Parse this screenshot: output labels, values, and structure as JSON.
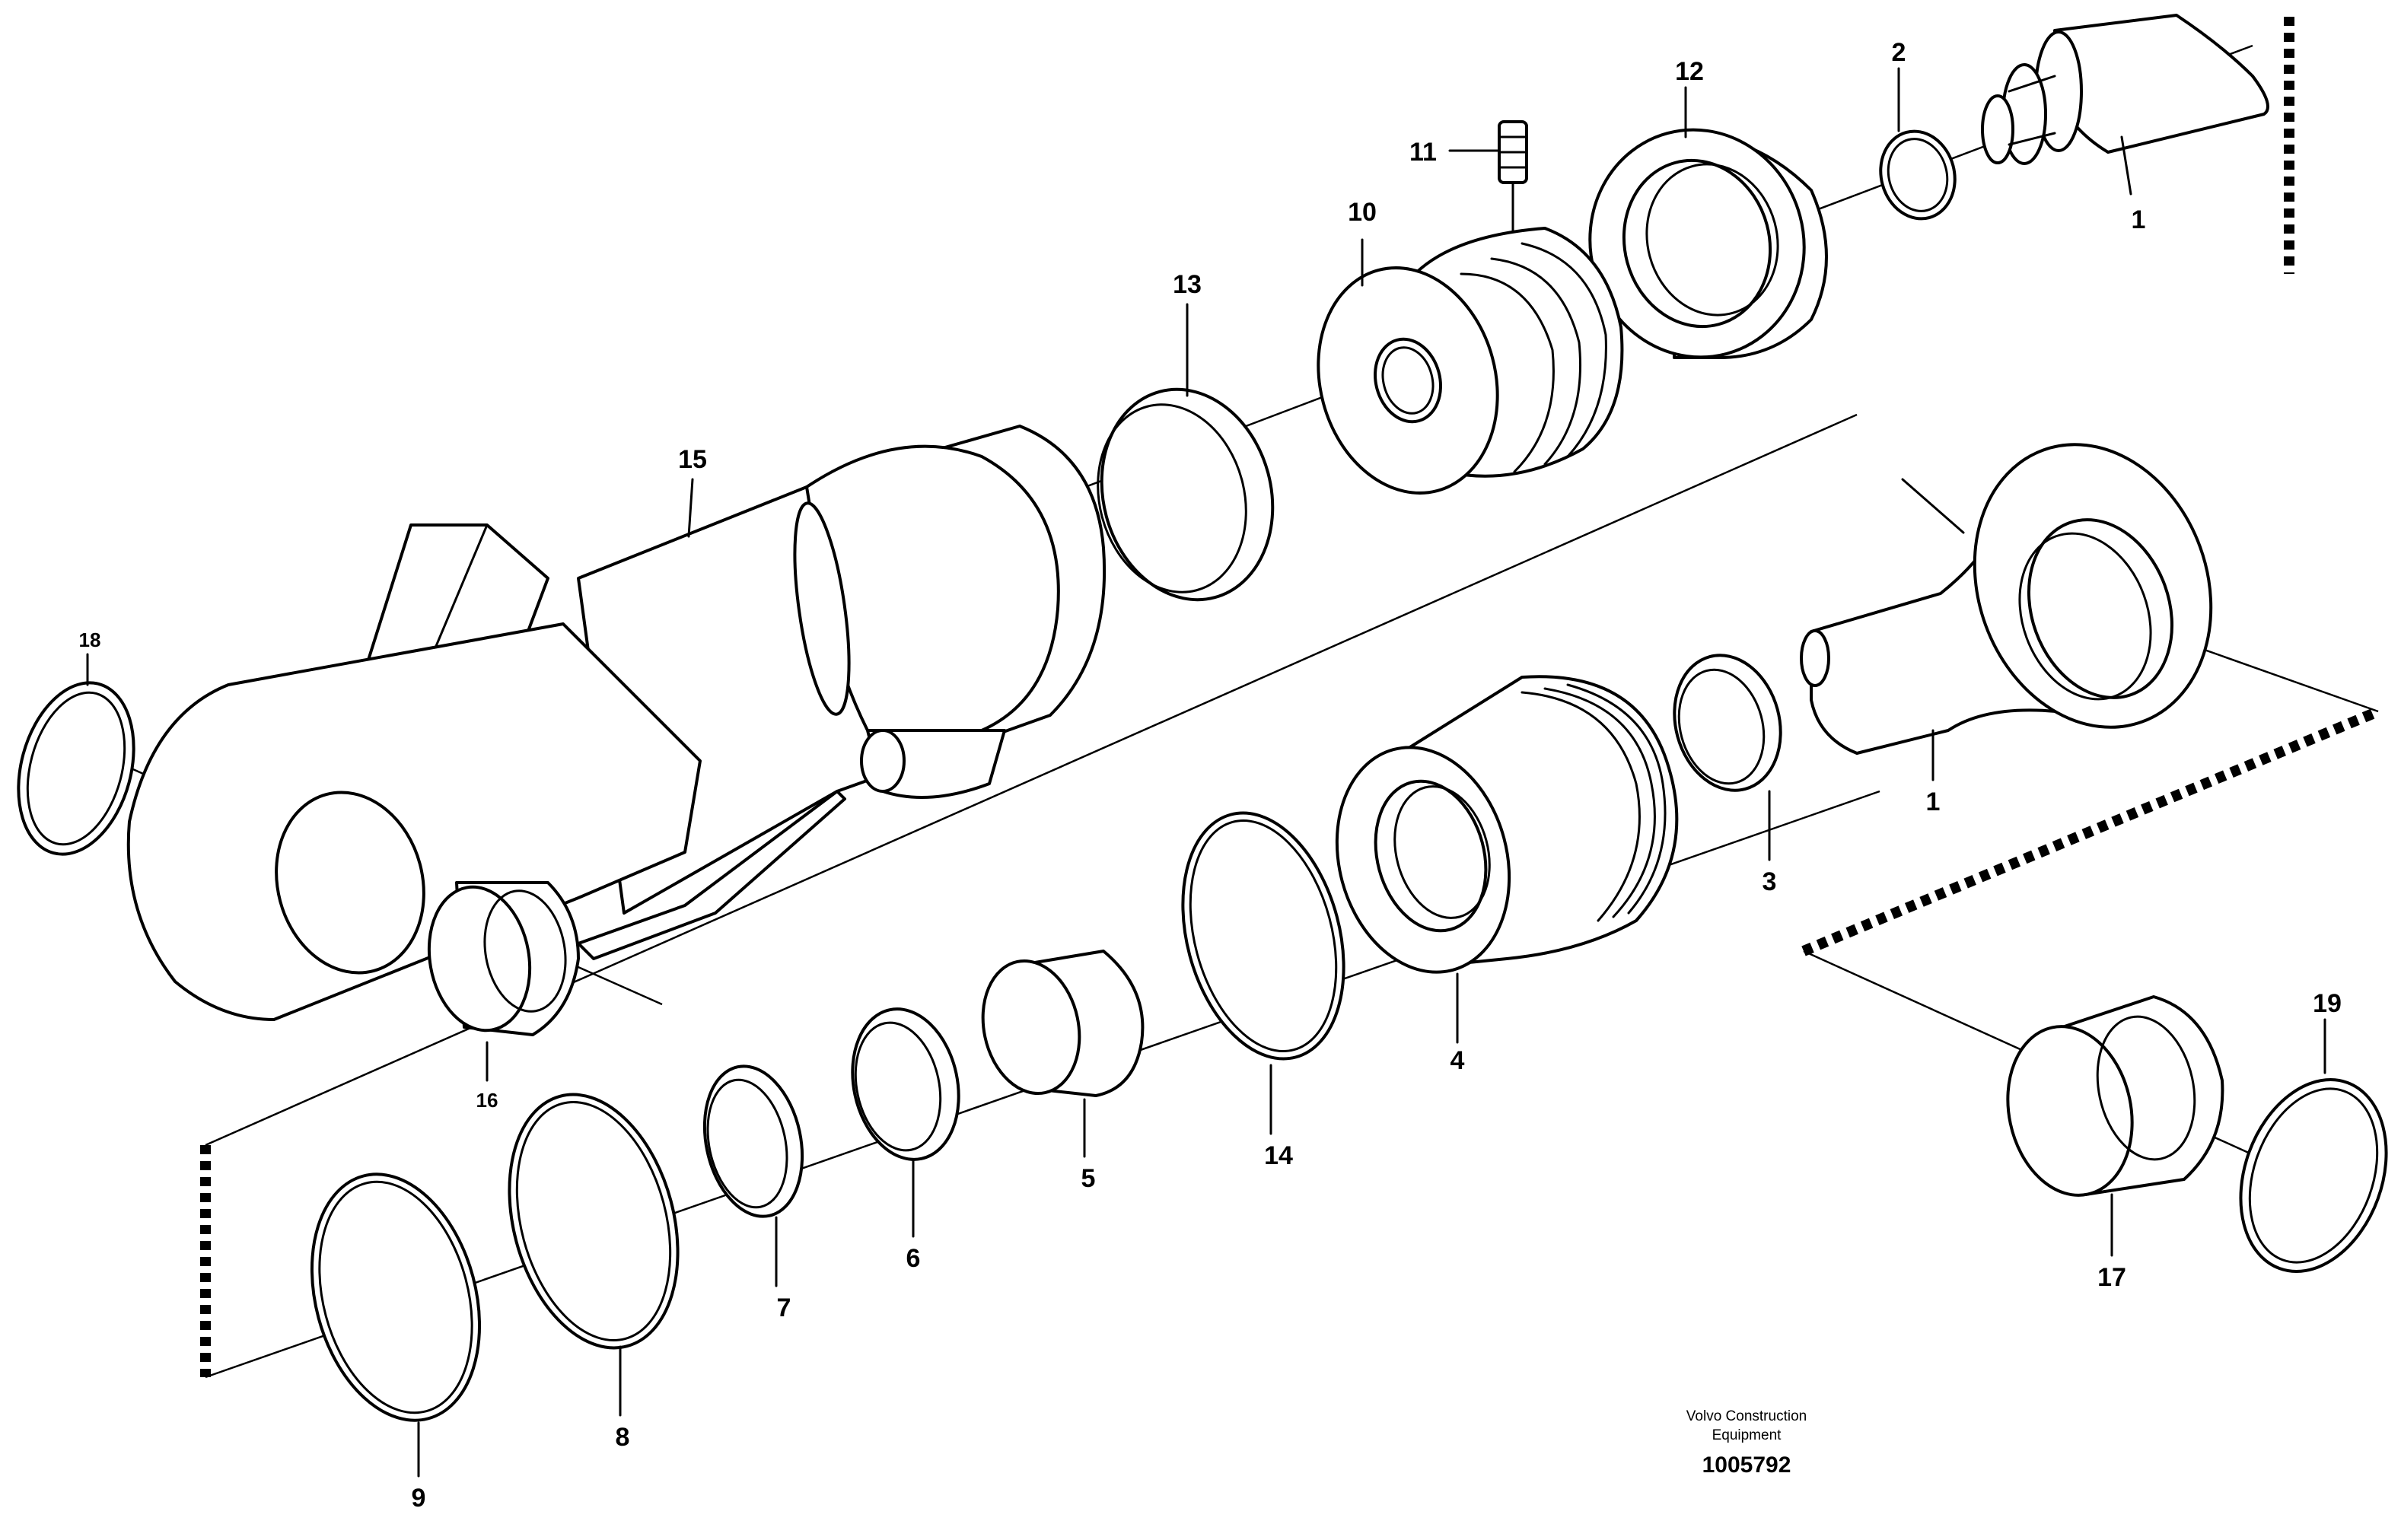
{
  "labels": {
    "p1a": "1",
    "p1b": "1",
    "p2": "2",
    "p3": "3",
    "p4": "4",
    "p5": "5",
    "p6": "6",
    "p7": "7",
    "p8": "8",
    "p9": "9",
    "p10": "10",
    "p11": "11",
    "p12": "12",
    "p13": "13",
    "p14": "14",
    "p15": "15",
    "p16": "16",
    "p17": "17",
    "p18": "18",
    "p19": "19"
  },
  "footer": {
    "brand_line1": "Volvo Construction",
    "brand_line2": "Equipment",
    "doc_number": "1005792"
  }
}
